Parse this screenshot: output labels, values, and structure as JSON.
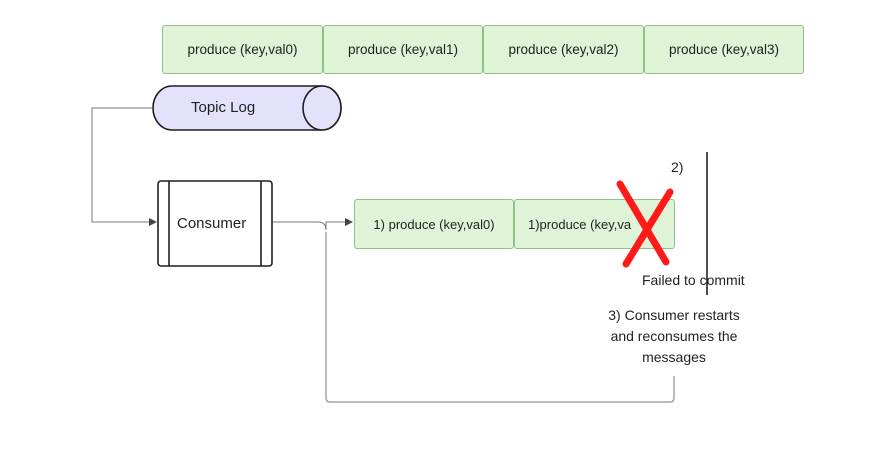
{
  "top_row": [
    "produce (key,val0)",
    "produce (key,val1)",
    "produce (key,val2)",
    "produce (key,val3)"
  ],
  "topic_log": "Topic Log",
  "consumer": "Consumer",
  "consumed": [
    "1) produce (key,val0)",
    "1)produce (key,va"
  ],
  "step2": "2)",
  "failed": "Failed to commit",
  "step3": "3) Consumer restarts\nand reconsumes the\nmessages",
  "colors": {
    "green_fill": "#dff3d7",
    "green_border": "#8fc08a",
    "cylinder_fill": "#e3e1fb",
    "cross": "#ff1a1a"
  }
}
